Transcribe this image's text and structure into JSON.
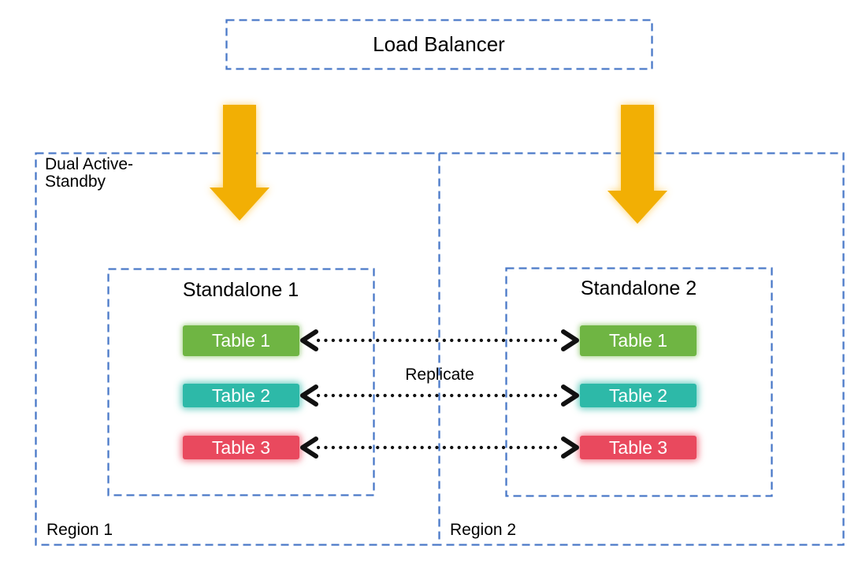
{
  "load_balancer": {
    "label": "Load Balancer"
  },
  "deployment_mode_label": "Dual Active-Standby",
  "replicate_label": "Replicate",
  "regions": [
    {
      "label": "Region 1",
      "standalone": {
        "title": "Standalone 1",
        "tables": [
          {
            "label": "Table 1",
            "color": "#6FB543"
          },
          {
            "label": "Table 2",
            "color": "#2DB9A8"
          },
          {
            "label": "Table 3",
            "color": "#E9495E"
          }
        ]
      }
    },
    {
      "label": "Region 2",
      "standalone": {
        "title": "Standalone 2",
        "tables": [
          {
            "label": "Table 1",
            "color": "#6FB543"
          },
          {
            "label": "Table 2",
            "color": "#2DB9A8"
          },
          {
            "label": "Table 3",
            "color": "#E9495E"
          }
        ]
      }
    }
  ],
  "colors": {
    "dashed_border": "#4A79C8",
    "flow_arrow_gold": "#F2AF04",
    "replicate_line": "#111111",
    "table_text": "#FFFFFF",
    "diagram_text": "#000000"
  }
}
